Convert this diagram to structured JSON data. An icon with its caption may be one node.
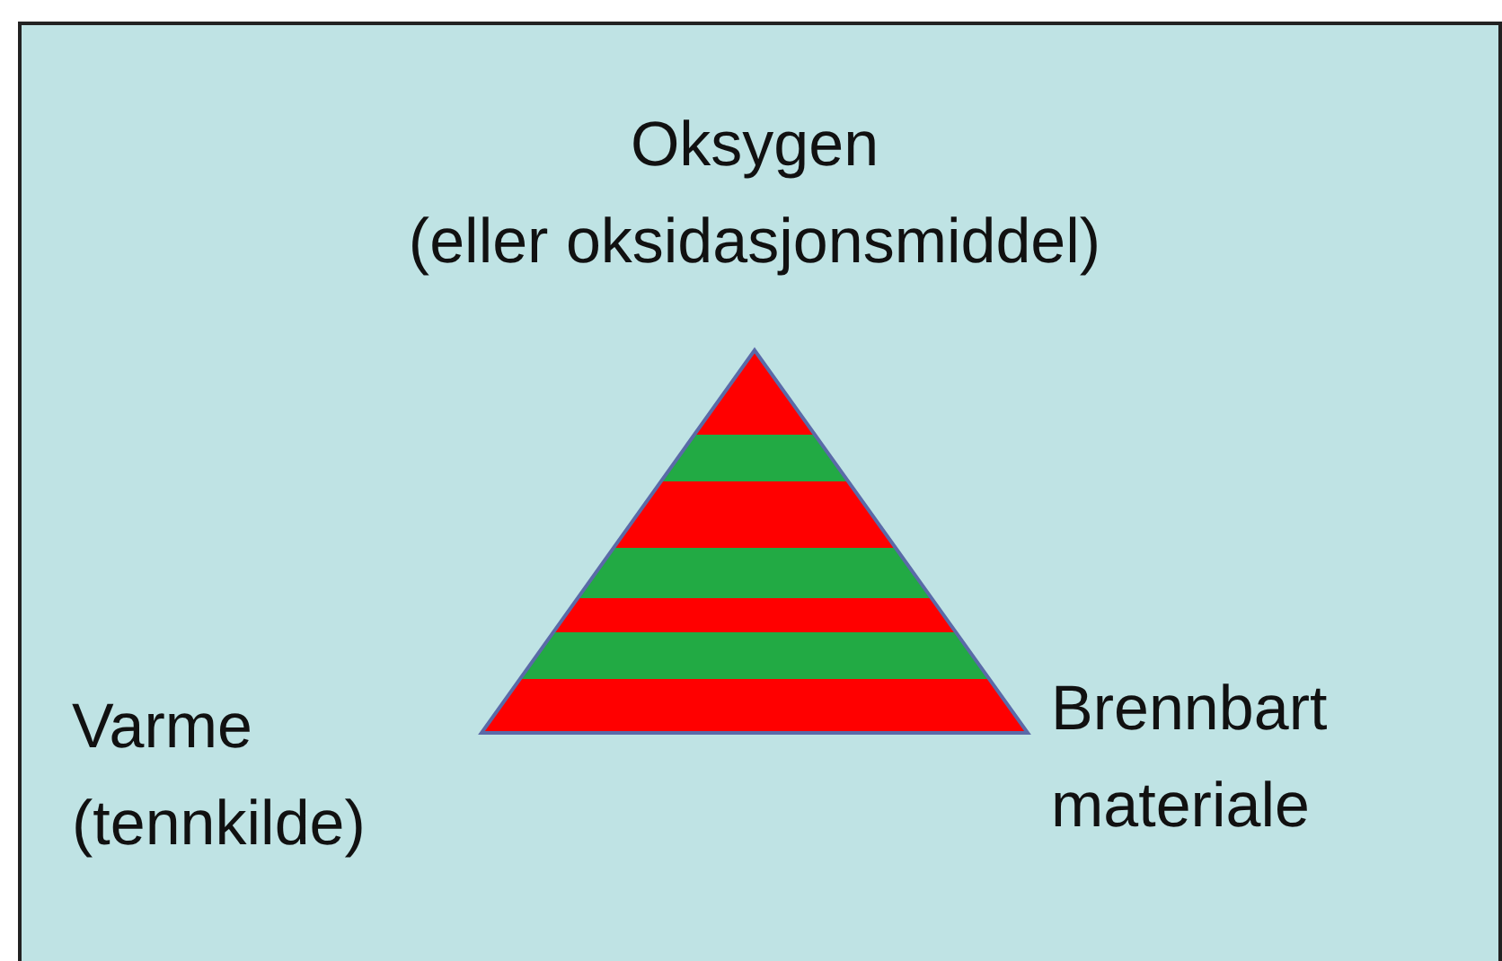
{
  "diagram": {
    "labels": [
      "Oksygen",
      "(eller oksidasjonsmiddel)",
      "Varme (tennkilde)",
      "Brennbart materiale"
    ]
  }
}
